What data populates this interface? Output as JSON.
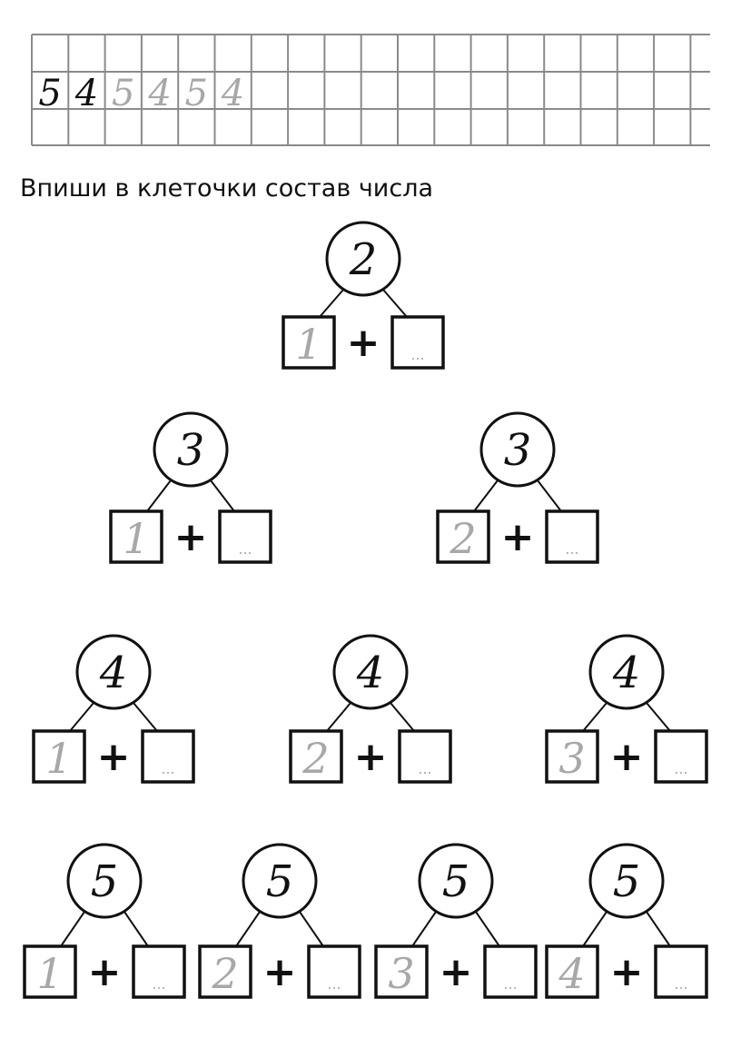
{
  "copy_row": {
    "cells": [
      {
        "text": "5",
        "shade": "dark"
      },
      {
        "text": "4",
        "shade": "dark"
      },
      {
        "text": "5",
        "shade": "light"
      },
      {
        "text": "4",
        "shade": "light"
      },
      {
        "text": "5",
        "shade": "light"
      },
      {
        "text": "4",
        "shade": "light"
      }
    ]
  },
  "instruction": "Впиши в клеточки состав числа",
  "plus_sign": "+",
  "blank_hint": "...",
  "rows": [
    [
      {
        "total": "2",
        "left": "1"
      }
    ],
    [
      {
        "total": "3",
        "left": "1"
      },
      {
        "total": "3",
        "left": "2"
      }
    ],
    [
      {
        "total": "4",
        "left": "1"
      },
      {
        "total": "4",
        "left": "2"
      },
      {
        "total": "4",
        "left": "3"
      }
    ],
    [
      {
        "total": "5",
        "left": "1"
      },
      {
        "total": "5",
        "left": "2"
      },
      {
        "total": "5",
        "left": "3"
      },
      {
        "total": "5",
        "left": "4"
      }
    ]
  ],
  "colors": {
    "ink": "#111111",
    "grid": "#8a8a8a",
    "trace": "#a8a8a8"
  }
}
